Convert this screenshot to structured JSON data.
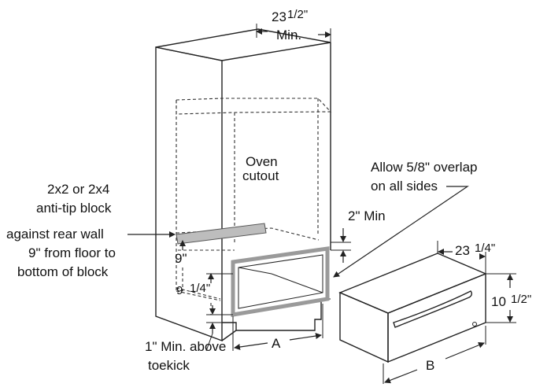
{
  "labels": {
    "width_top_main": "23",
    "width_top_frac": "1/2\"",
    "width_top_min": "Min.",
    "oven_cutout_line1": "Oven",
    "oven_cutout_line2": "cutout",
    "allow_line1": "Allow 5/8\" overlap",
    "allow_line2": "on all sides",
    "block_line1": "2x2 or 2x4",
    "block_line2": "anti-tip block",
    "block_line3": "against rear wall",
    "block_line4": "9\" from floor to",
    "block_line5": "bottom of block",
    "two_min": "2\" Min",
    "nine": "9\"",
    "nine_quarter_main": "9",
    "nine_quarter_frac": "1/4\"",
    "dim_A": "A",
    "dim_B": "B",
    "drawer_width_main": "23",
    "drawer_width_frac": "1/4\"",
    "drawer_height_main": "10",
    "drawer_height_frac": "1/2\"",
    "toekick_line1": "1\" Min. above",
    "toekick_line2": "toekick"
  }
}
